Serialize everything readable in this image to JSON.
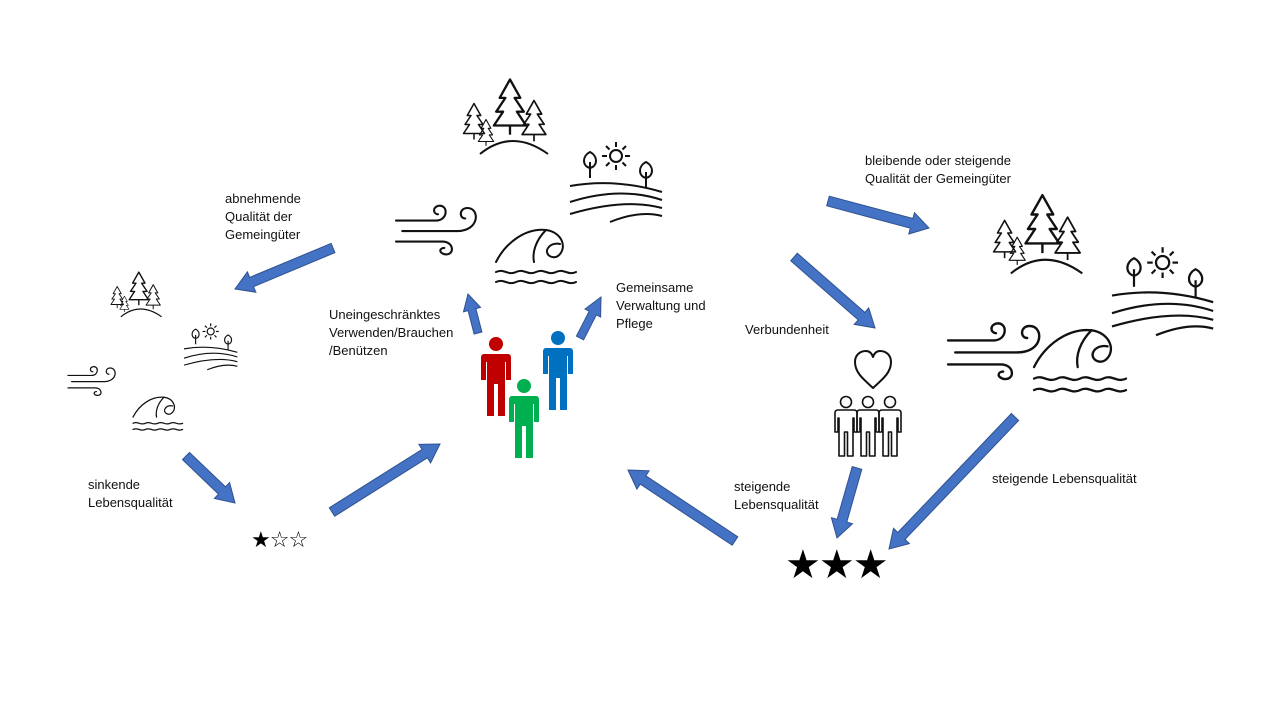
{
  "labels": {
    "abnehmende": [
      "abnehmende",
      "Qualität der",
      "Gemeingüter"
    ],
    "sinkende": [
      "sinkende",
      "Lebensqualität"
    ],
    "uneingeschraenkt": [
      "Uneingeschränktes",
      "Verwenden/Brauchen",
      "/Benützen"
    ],
    "gemeinsame": [
      "Gemeinsame",
      "Verwaltung und",
      "Pflege"
    ],
    "bleibende": [
      "bleibende oder steigende",
      "Qualität der Gemeingüter"
    ],
    "verbundenheit": "Verbundenheit",
    "steigende_mid": [
      "steigende",
      "Lebensqualität"
    ],
    "steigende_right": "steigende Lebensqualität"
  },
  "ratings": {
    "low": "★☆☆",
    "high": "★★★"
  },
  "colors": {
    "arrow": "#4472C4",
    "arrow_outline": "#2F528F",
    "person_red": "#C00000",
    "person_green": "#00B050",
    "person_blue": "#0070C0"
  }
}
